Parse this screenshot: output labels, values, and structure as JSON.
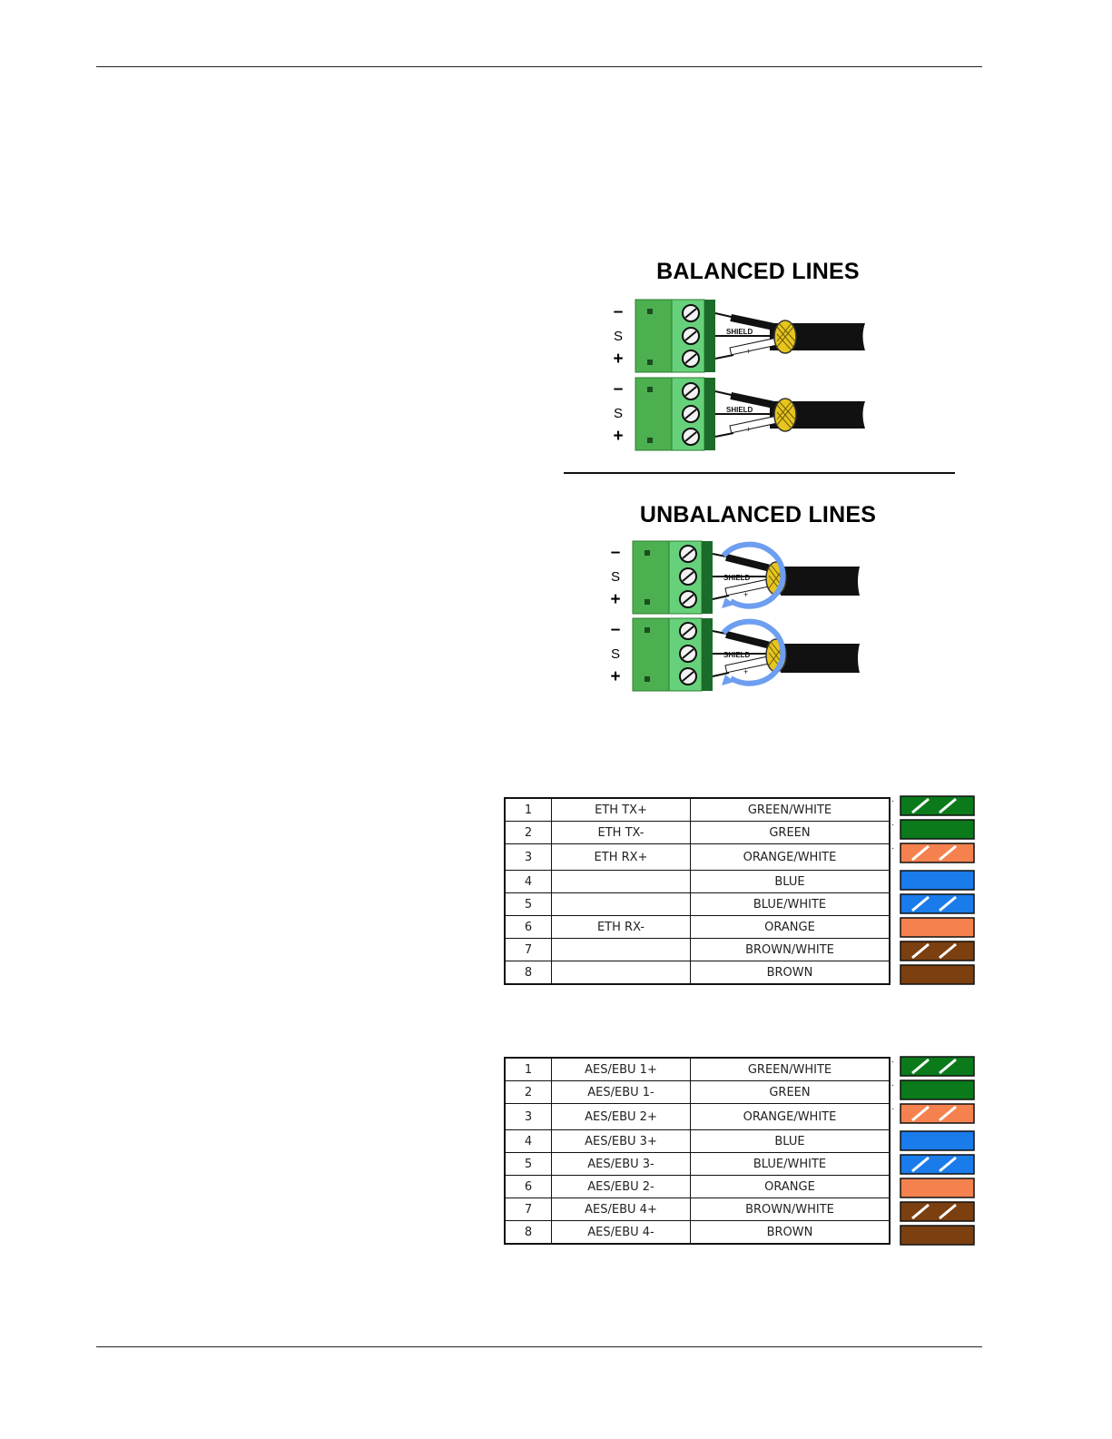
{
  "balanced": {
    "title": "BALANCED LINES",
    "labels": {
      "minus": "–",
      "shield": "S",
      "plus": "+"
    },
    "shield_label": "SHIELD",
    "wire_minus": "–",
    "wire_plus": "+"
  },
  "unbalanced": {
    "title": "UNBALANCED LINES",
    "labels": {
      "minus": "–",
      "shield": "S",
      "plus": "+"
    },
    "shield_label": "SHIELD",
    "wire_plus": "+"
  },
  "eth_table": {
    "rows": [
      {
        "pin": "1",
        "signal": "ETH TX+",
        "color": "GREEN/WHITE",
        "swatch": "#0a7a1a",
        "striped": true,
        "marked": true
      },
      {
        "pin": "2",
        "signal": "ETH TX-",
        "color": "GREEN",
        "swatch": "#0a7a1a",
        "striped": false,
        "marked": true
      },
      {
        "pin": "3",
        "signal": "ETH RX+",
        "color": "ORANGE/WHITE",
        "swatch": "#f5824e",
        "striped": true,
        "marked": true
      },
      {
        "pin": "4",
        "signal": "",
        "color": "BLUE",
        "swatch": "#1a7bea",
        "striped": false,
        "marked": false
      },
      {
        "pin": "5",
        "signal": "",
        "color": "BLUE/WHITE",
        "swatch": "#1a7bea",
        "striped": true,
        "marked": false
      },
      {
        "pin": "6",
        "signal": "ETH RX-",
        "color": "ORANGE",
        "swatch": "#f5824e",
        "striped": false,
        "marked": false
      },
      {
        "pin": "7",
        "signal": "",
        "color": "BROWN/WHITE",
        "swatch": "#7b3f10",
        "striped": true,
        "marked": false
      },
      {
        "pin": "8",
        "signal": "",
        "color": "BROWN",
        "swatch": "#7b3f10",
        "striped": false,
        "marked": false
      }
    ]
  },
  "aes_table": {
    "rows": [
      {
        "pin": "1",
        "signal": "AES/EBU 1+",
        "color": "GREEN/WHITE",
        "swatch": "#0a7a1a",
        "striped": true,
        "marked": true
      },
      {
        "pin": "2",
        "signal": "AES/EBU 1-",
        "color": "GREEN",
        "swatch": "#0a7a1a",
        "striped": false,
        "marked": true
      },
      {
        "pin": "3",
        "signal": "AES/EBU 2+",
        "color": "ORANGE/WHITE",
        "swatch": "#f5824e",
        "striped": true,
        "marked": true
      },
      {
        "pin": "4",
        "signal": "AES/EBU 3+",
        "color": "BLUE",
        "swatch": "#1a7bea",
        "striped": false,
        "marked": false
      },
      {
        "pin": "5",
        "signal": "AES/EBU 3-",
        "color": "BLUE/WHITE",
        "swatch": "#1a7bea",
        "striped": true,
        "marked": false
      },
      {
        "pin": "6",
        "signal": "AES/EBU 2-",
        "color": "ORANGE",
        "swatch": "#f5824e",
        "striped": false,
        "marked": false
      },
      {
        "pin": "7",
        "signal": "AES/EBU 4+",
        "color": "BROWN/WHITE",
        "swatch": "#7b3f10",
        "striped": true,
        "marked": false
      },
      {
        "pin": "8",
        "signal": "AES/EBU 4-",
        "color": "BROWN",
        "swatch": "#7b3f10",
        "striped": false,
        "marked": false
      }
    ]
  }
}
